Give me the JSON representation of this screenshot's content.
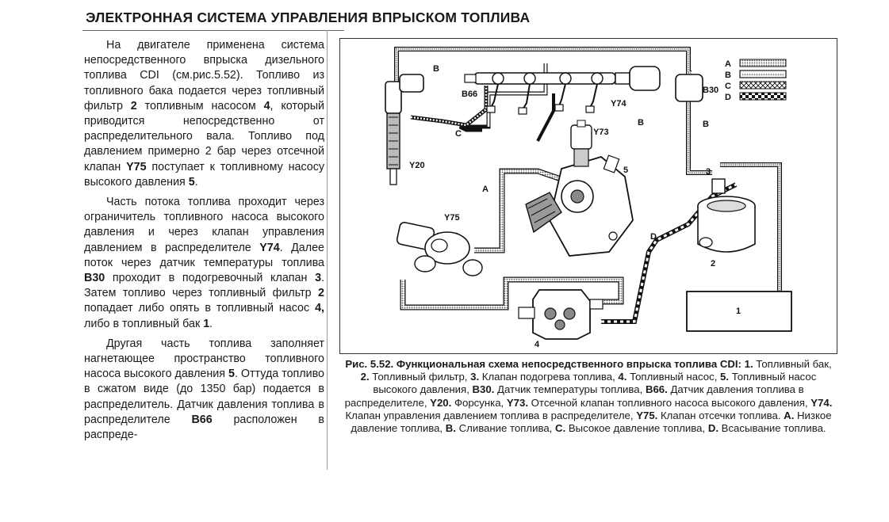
{
  "title": "ЭЛЕКТРОННАЯ СИСТЕМА УПРАВЛЕНИЯ ВПРЫСКОМ ТОПЛИВА",
  "body_text": {
    "p1": [
      "На двигателе применена система непосредственного впрыска дизельного топлива CDI (см.рис.5.52). Топливо из топливного бака подается через топливный фильтр ",
      "2",
      " топливным насосом ",
      "4",
      ", который приводится непосредственно от распределительного вала. Топливо под давлением примерно 2 бар через отсечной клапан ",
      "Y75",
      " поступает к топливному насосу высокого давления ",
      "5",
      "."
    ],
    "p2": [
      "Часть потока топлива проходит через ограничитель топливного насоса высокого давления и через клапан управления давлением в распределителе ",
      "Y74",
      ". Далее поток через датчик температуры топлива ",
      "B30",
      " проходит в подогревочный клапан ",
      "3",
      ". Затем топливо через топливный фильтр ",
      "2",
      " попадает либо опять в топливный насос ",
      "4,",
      " либо в топливный бак ",
      "1",
      "."
    ],
    "p3": [
      "Другая часть топлива заполняет нагнетающее пространство топливного насоса высокого давления ",
      "5",
      ". Оттуда топливо в сжатом виде (до 1350 бар) подается в распределитель. Датчик давления топлива в распределителе ",
      "B66",
      " расположен в распреде-"
    ]
  },
  "figure": {
    "legend": [
      "A",
      "B",
      "C",
      "D"
    ],
    "labels": {
      "b_top": "B",
      "b66": "B66",
      "y74": "Y74",
      "b30": "B30",
      "c": "C",
      "y73": "Y73",
      "b_mid": "B",
      "b_right": "B",
      "y20": "Y20",
      "num5": "5",
      "num3": "3",
      "a": "A",
      "y75": "Y75",
      "d": "D",
      "num2": "2",
      "num1": "1",
      "num4": "4"
    },
    "colors": {
      "line": "#1a1a1a",
      "stipple": "#8a8a8a",
      "fill_gray": "#d0d0d0"
    }
  },
  "caption": [
    {
      "text": "Рис. 5.52. Функциональная схема непосредственного впрыска топлива CDI:",
      "bold": true
    },
    {
      "text": " ",
      "bold": false
    },
    {
      "text": "1.",
      "bold": true
    },
    {
      "text": " Топливный бак, ",
      "bold": false
    },
    {
      "text": "2.",
      "bold": true
    },
    {
      "text": " Топливный фильтр, ",
      "bold": false
    },
    {
      "text": "3.",
      "bold": true
    },
    {
      "text": " Клапан подогрева топлива, ",
      "bold": false
    },
    {
      "text": "4.",
      "bold": true
    },
    {
      "text": " Топливный насос, ",
      "bold": false
    },
    {
      "text": "5.",
      "bold": true
    },
    {
      "text": " Топливный насос высокого давления, ",
      "bold": false
    },
    {
      "text": "B30.",
      "bold": true
    },
    {
      "text": " Датчик температуры топлива, ",
      "bold": false
    },
    {
      "text": "B66.",
      "bold": true
    },
    {
      "text": " Датчик давления топлива в распределителе, ",
      "bold": false
    },
    {
      "text": "Y20.",
      "bold": true
    },
    {
      "text": " Форсунка, ",
      "bold": false
    },
    {
      "text": "Y73.",
      "bold": true
    },
    {
      "text": " Отсечной клапан топливного насоса высокого давления, ",
      "bold": false
    },
    {
      "text": "Y74.",
      "bold": true
    },
    {
      "text": " Клапан управления давлением топлива в распределителе, ",
      "bold": false
    },
    {
      "text": "Y75.",
      "bold": true
    },
    {
      "text": " Клапан отсечки топлива. ",
      "bold": false
    },
    {
      "text": "А.",
      "bold": true
    },
    {
      "text": " Низкое давление топлива, ",
      "bold": false
    },
    {
      "text": "В.",
      "bold": true
    },
    {
      "text": " Сливание топлива, ",
      "bold": false
    },
    {
      "text": "С.",
      "bold": true
    },
    {
      "text": " Высокое давление топлива, ",
      "bold": false
    },
    {
      "text": "D.",
      "bold": true
    },
    {
      "text": " Всасывание топлива.",
      "bold": false
    }
  ]
}
